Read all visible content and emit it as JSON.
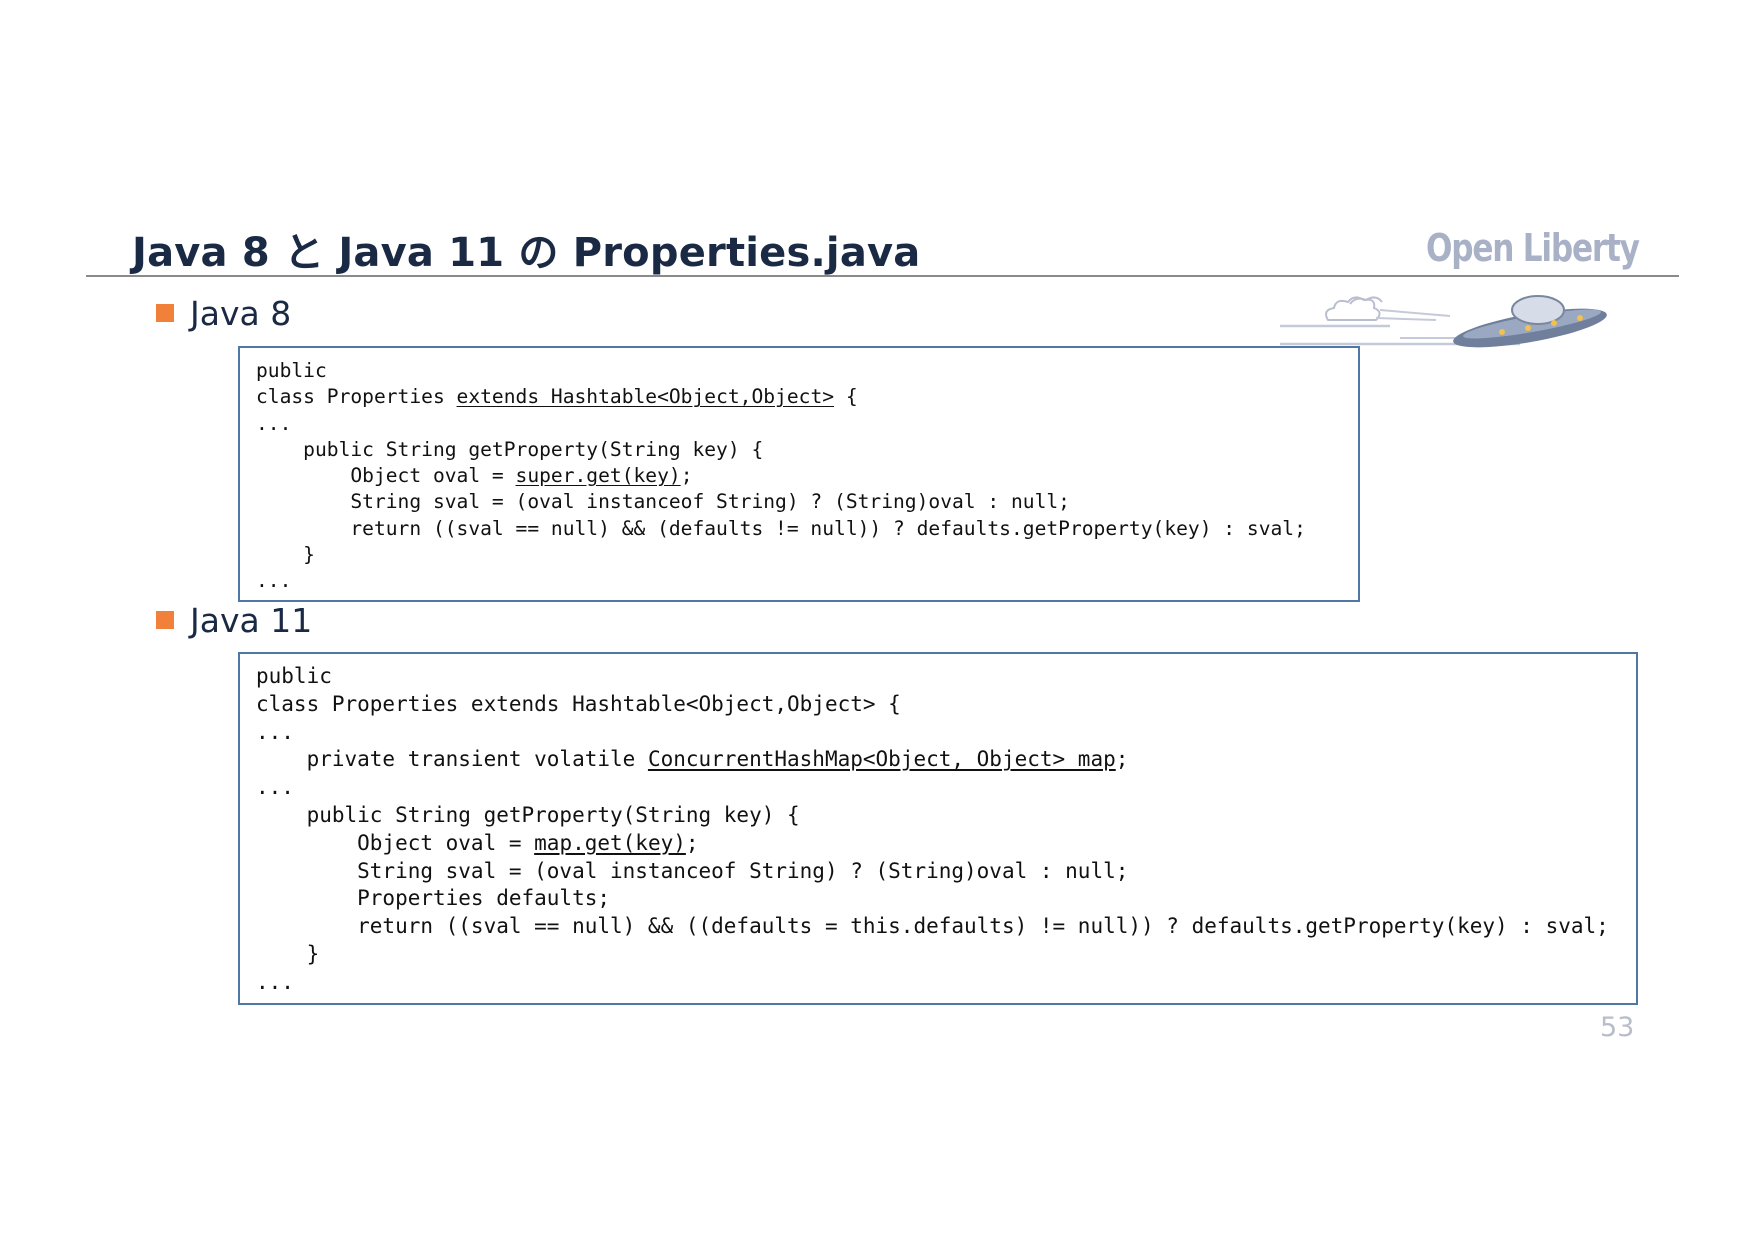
{
  "slide": {
    "title": "Java 8 と Java 11 の Properties.java",
    "logo_text": "Open Liberty",
    "page_number": "53"
  },
  "colors": {
    "title": "#1b2a44",
    "bullet": "#f0803a",
    "code_border": "#4f78a6",
    "logo": "#a9b1c7"
  },
  "sections": [
    {
      "label": "Java 8",
      "code": {
        "l1": "public",
        "l2a": "class Properties ",
        "l2u": "extends Hashtable<Object,Object>",
        "l2b": " {",
        "l3": "...",
        "l4": "    public String getProperty(String key) {",
        "l5a": "        Object oval = ",
        "l5u": "super.get(key)",
        "l5b": ";",
        "l6": "        String sval = (oval instanceof String) ? (String)oval : null;",
        "l7": "        return ((sval == null) && (defaults != null)) ? defaults.getProperty(key) : sval;",
        "l8": "    }",
        "l9": "..."
      }
    },
    {
      "label": "Java 11",
      "code": {
        "l1": "public",
        "l2": "class Properties extends Hashtable<Object,Object> {",
        "l3": "...",
        "l4a": "    private transient volatile ",
        "l4u": "ConcurrentHashMap<Object, Object> map",
        "l4b": ";",
        "l5": "...",
        "l6": "    public String getProperty(String key) {",
        "l7a": "        Object oval = ",
        "l7u": "map.get(key)",
        "l7b": ";",
        "l8": "        String sval = (oval instanceof String) ? (String)oval : null;",
        "l9": "        Properties defaults;",
        "l10": "        return ((sval == null) && ((defaults = this.defaults) != null)) ? defaults.getProperty(key) : sval;",
        "l11": "    }",
        "l12": "..."
      }
    }
  ]
}
